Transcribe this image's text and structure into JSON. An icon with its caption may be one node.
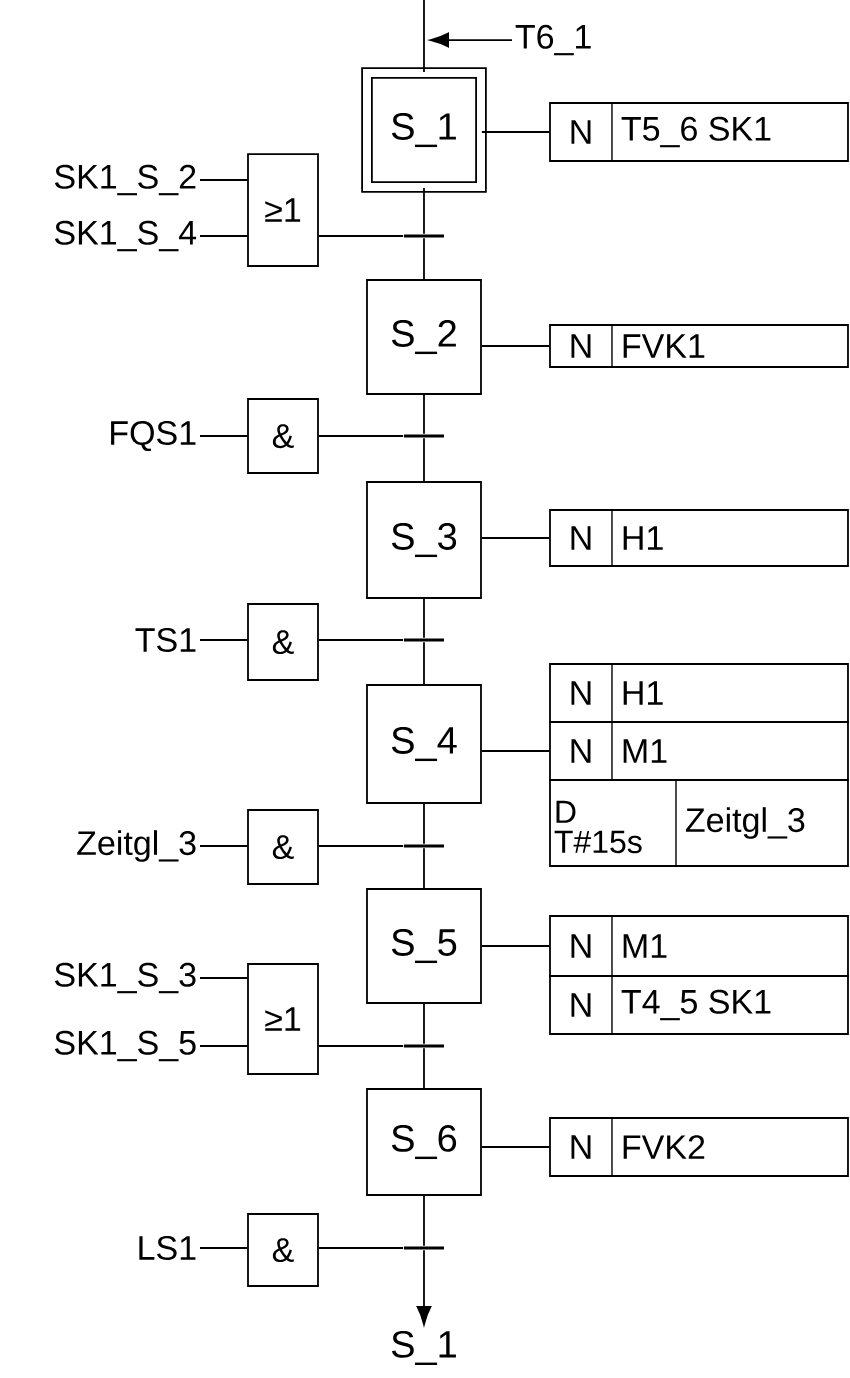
{
  "diagram": {
    "nodes": [
      {
        "text": [
          "T6_1"
        ]
      },
      {
        "text": [
          "S_1"
        ]
      },
      {
        "text": [
          "N",
          "T5_6 SK1"
        ]
      },
      {
        "text": [
          "SK1_S_2"
        ]
      },
      {
        "text": [
          "SK1_S_4"
        ]
      },
      {
        "text": [
          "≥1"
        ]
      },
      {
        "text": [],
        "shape": "bar"
      },
      {
        "text": [
          "S_2"
        ]
      },
      {
        "text": [
          "N",
          "FVK1"
        ]
      },
      {
        "text": [
          "FQS1"
        ]
      },
      {
        "text": [
          "&"
        ]
      },
      {
        "text": [],
        "shape": "bar"
      },
      {
        "text": [
          "S_3"
        ]
      },
      {
        "text": [
          "N",
          "H1"
        ]
      },
      {
        "text": [
          "TS1"
        ]
      },
      {
        "text": [
          "&"
        ]
      },
      {
        "text": [],
        "shape": "bar"
      },
      {
        "text": [
          "S_4"
        ]
      },
      {
        "text": [
          "N",
          "H1"
        ]
      },
      {
        "text": [
          "N",
          "M1"
        ]
      },
      {
        "text": [
          "D T#15s",
          "Zeitgl_3"
        ]
      },
      {
        "text": [
          "Zeitgl_3"
        ]
      },
      {
        "text": [
          "&"
        ]
      },
      {
        "text": [],
        "shape": "bar"
      },
      {
        "text": [
          "S_5"
        ]
      },
      {
        "text": [
          "N",
          "M1"
        ]
      },
      {
        "text": [
          "N",
          "T4_5 SK1"
        ]
      },
      {
        "text": [
          "SK1_S_3"
        ]
      },
      {
        "text": [
          "SK1_S_5"
        ]
      },
      {
        "text": [
          "≥1"
        ]
      },
      {
        "text": [],
        "shape": "bar"
      },
      {
        "text": [
          "S_6"
        ]
      },
      {
        "text": [
          "N",
          "FVK2"
        ]
      },
      {
        "text": [
          "LS1"
        ]
      },
      {
        "text": [
          "&"
        ]
      },
      {
        "text": [],
        "shape": "bar"
      },
      {
        "text": [
          "S_1"
        ]
      }
    ],
    "edges": [
      {
        "from": 0,
        "to": null,
        "arrow": "to"
      },
      {
        "from": null,
        "to": 1,
        "arrow": "none"
      },
      {
        "from": 1,
        "to": 2,
        "arrow": "none"
      },
      {
        "from": 1,
        "to": 6,
        "arrow": "none"
      },
      {
        "from": 3,
        "to": 5,
        "arrow": "none"
      },
      {
        "from": 4,
        "to": 5,
        "arrow": "none"
      },
      {
        "from": 5,
        "to": 6,
        "arrow": "none"
      },
      {
        "from": 6,
        "to": 7,
        "arrow": "none"
      },
      {
        "from": 7,
        "to": 8,
        "arrow": "none"
      },
      {
        "from": 7,
        "to": 11,
        "arrow": "none"
      },
      {
        "from": 9,
        "to": 10,
        "arrow": "none"
      },
      {
        "from": 10,
        "to": 11,
        "arrow": "none"
      },
      {
        "from": 11,
        "to": 12,
        "arrow": "none"
      },
      {
        "from": 12,
        "to": 13,
        "arrow": "none"
      },
      {
        "from": 12,
        "to": 16,
        "arrow": "none"
      },
      {
        "from": 14,
        "to": 15,
        "arrow": "none"
      },
      {
        "from": 15,
        "to": 16,
        "arrow": "none"
      },
      {
        "from": 16,
        "to": 17,
        "arrow": "none"
      },
      {
        "from": 17,
        "to": 19,
        "arrow": "none"
      },
      {
        "from": 17,
        "to": 23,
        "arrow": "none"
      },
      {
        "from": 21,
        "to": 22,
        "arrow": "none"
      },
      {
        "from": 22,
        "to": 23,
        "arrow": "none"
      },
      {
        "from": 23,
        "to": 24,
        "arrow": "none"
      },
      {
        "from": 24,
        "to": 25,
        "arrow": "none"
      },
      {
        "from": 24,
        "to": 30,
        "arrow": "none"
      },
      {
        "from": 27,
        "to": 29,
        "arrow": "none"
      },
      {
        "from": 28,
        "to": 29,
        "arrow": "none"
      },
      {
        "from": 29,
        "to": 30,
        "arrow": "none"
      },
      {
        "from": 30,
        "to": 31,
        "arrow": "none"
      },
      {
        "from": 31,
        "to": 32,
        "arrow": "none"
      },
      {
        "from": 31,
        "to": 35,
        "arrow": "none"
      },
      {
        "from": 33,
        "to": 34,
        "arrow": "none"
      },
      {
        "from": 34,
        "to": 35,
        "arrow": "none"
      },
      {
        "from": 35,
        "to": 36,
        "arrow": "to"
      }
    ]
  }
}
